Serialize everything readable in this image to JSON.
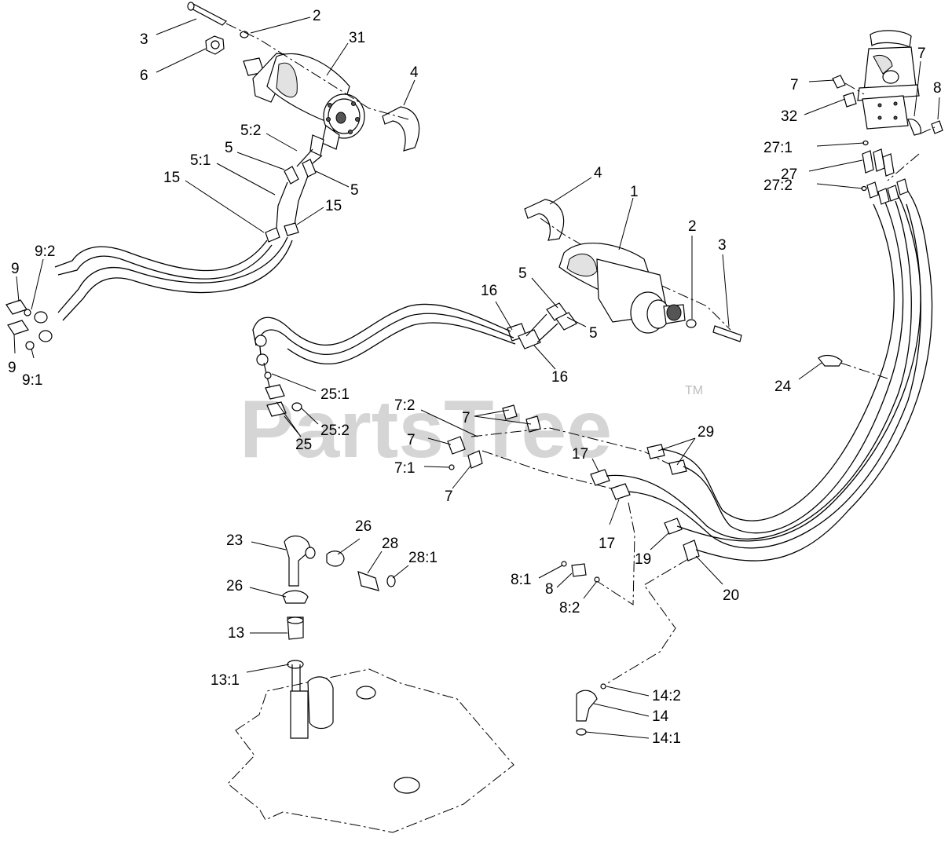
{
  "watermark": {
    "text": "PartsTree",
    "tm": "TM"
  },
  "callouts": [
    {
      "id": "c3a",
      "label": "3"
    },
    {
      "id": "c2a",
      "label": "2"
    },
    {
      "id": "c31",
      "label": "31"
    },
    {
      "id": "c6",
      "label": "6"
    },
    {
      "id": "c4a",
      "label": "4"
    },
    {
      "id": "c5_2",
      "label": "5:2"
    },
    {
      "id": "c5a",
      "label": "5"
    },
    {
      "id": "c5_1",
      "label": "5:1"
    },
    {
      "id": "c5b",
      "label": "5"
    },
    {
      "id": "c15a",
      "label": "15"
    },
    {
      "id": "c15b",
      "label": "15"
    },
    {
      "id": "c9a",
      "label": "9"
    },
    {
      "id": "c9_2",
      "label": "9:2"
    },
    {
      "id": "c9b",
      "label": "9"
    },
    {
      "id": "c9_1",
      "label": "9:1"
    },
    {
      "id": "c4b",
      "label": "4"
    },
    {
      "id": "c1",
      "label": "1"
    },
    {
      "id": "c2b",
      "label": "2"
    },
    {
      "id": "c3b",
      "label": "3"
    },
    {
      "id": "c5c",
      "label": "5"
    },
    {
      "id": "c16a",
      "label": "16"
    },
    {
      "id": "c5d",
      "label": "5"
    },
    {
      "id": "c16b",
      "label": "16"
    },
    {
      "id": "c25_1",
      "label": "25:1"
    },
    {
      "id": "c25_2",
      "label": "25:2"
    },
    {
      "id": "c25",
      "label": "25"
    },
    {
      "id": "c7_2",
      "label": "7:2"
    },
    {
      "id": "c7a",
      "label": "7"
    },
    {
      "id": "c7b",
      "label": "7"
    },
    {
      "id": "c7_1",
      "label": "7:1"
    },
    {
      "id": "c7c",
      "label": "7"
    },
    {
      "id": "c17a",
      "label": "17"
    },
    {
      "id": "c17b",
      "label": "17"
    },
    {
      "id": "c29",
      "label": "29"
    },
    {
      "id": "c24",
      "label": "24"
    },
    {
      "id": "c7d",
      "label": "7"
    },
    {
      "id": "c7e",
      "label": "7"
    },
    {
      "id": "c8a",
      "label": "8"
    },
    {
      "id": "c32",
      "label": "32"
    },
    {
      "id": "c27_1",
      "label": "27:1"
    },
    {
      "id": "c27",
      "label": "27"
    },
    {
      "id": "c27_2",
      "label": "27:2"
    },
    {
      "id": "c23",
      "label": "23"
    },
    {
      "id": "c26a",
      "label": "26"
    },
    {
      "id": "c28",
      "label": "28"
    },
    {
      "id": "c28_1",
      "label": "28:1"
    },
    {
      "id": "c26b",
      "label": "26"
    },
    {
      "id": "c13",
      "label": "13"
    },
    {
      "id": "c13_1",
      "label": "13:1"
    },
    {
      "id": "c8_1",
      "label": "8:1"
    },
    {
      "id": "c8b",
      "label": "8"
    },
    {
      "id": "c8_2",
      "label": "8:2"
    },
    {
      "id": "c19",
      "label": "19"
    },
    {
      "id": "c20",
      "label": "20"
    },
    {
      "id": "c14_2",
      "label": "14:2"
    },
    {
      "id": "c14",
      "label": "14"
    },
    {
      "id": "c14_1",
      "label": "14:1"
    }
  ]
}
